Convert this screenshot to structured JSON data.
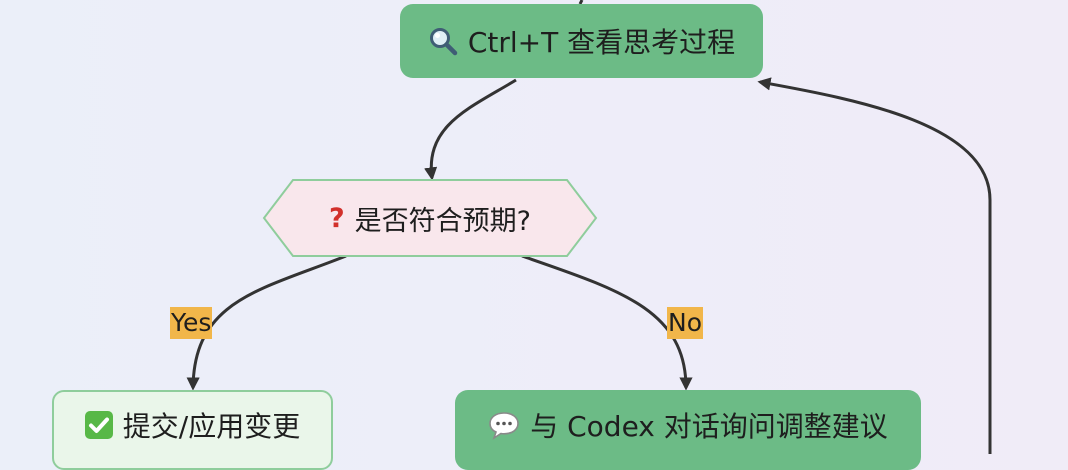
{
  "nodes": {
    "view_thinking": {
      "icon": "magnifier-icon",
      "label": "Ctrl+T 查看思考过程"
    },
    "decision": {
      "icon": "question-mark-icon",
      "label": "是否符合预期?"
    },
    "commit": {
      "icon": "check-mark-icon",
      "label": "提交/应用变更"
    },
    "discuss": {
      "icon": "speech-bubble-icon",
      "label": "与 Codex 对话询问调整建议"
    }
  },
  "edge_labels": {
    "yes": "Yes",
    "no": "No"
  },
  "colors": {
    "node_fill": "#6cbb86",
    "decision_fill": "#f9e7ec",
    "decision_border": "#8fcd9c",
    "commit_fill": "#eaf6ea",
    "edge_label_bg": "#f1b64a",
    "edge_stroke": "#333333"
  }
}
